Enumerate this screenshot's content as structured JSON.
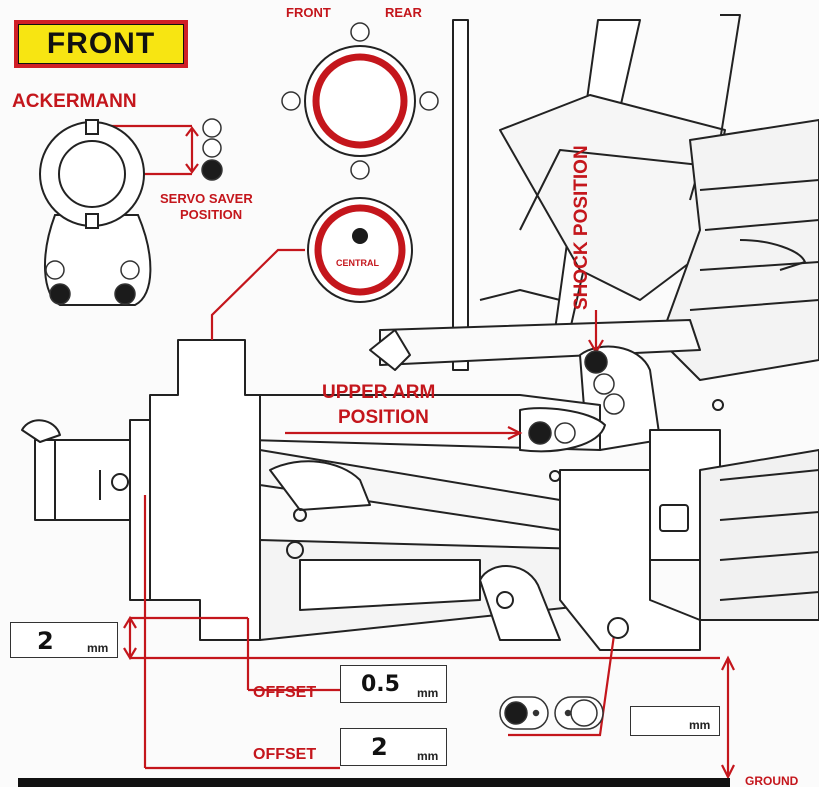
{
  "badge": {
    "label": "FRONT"
  },
  "ackermann": {
    "title": "ACKERMANN",
    "servo_saver_line1": "SERVO SAVER",
    "servo_saver_line2": "POSITION"
  },
  "bushing": {
    "front_label": "FRONT",
    "rear_label": "REAR",
    "central_label": "CENTRAL"
  },
  "shock": {
    "label": "SHOCK POSITION"
  },
  "upper_arm": {
    "line1": "UPPER ARM",
    "line2": "POSITION"
  },
  "offsets": {
    "left_value": "2",
    "left_unit": "mm",
    "offset1_label": "OFFSET",
    "offset1_value": "0.5",
    "offset1_unit": "mm",
    "offset2_label": "OFFSET",
    "offset2_value": "2",
    "offset2_unit": "mm"
  },
  "ride_height": {
    "value": "",
    "unit": "mm",
    "ground_label": "GROUND"
  },
  "colors": {
    "accent": "#c4161c",
    "badge_fill": "#f7e512",
    "line": "#222222"
  }
}
